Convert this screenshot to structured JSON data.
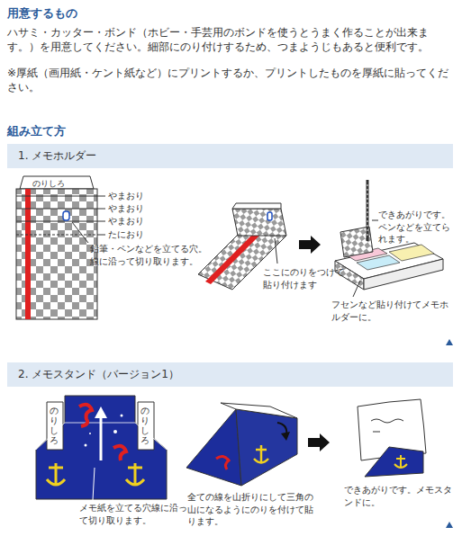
{
  "diagram": {
    "nodes": [
      {
        "text": [
          "1. メモホルダー"
        ]
      },
      {
        "text": [
          "2. メモスタンド（バージョン1）"
        ]
      }
    ],
    "labels": [
      "用意するもの",
      "ハサミ・カッター・ボンド（ホビー・手芸用のボンドを使うとうまく作ることが出来ます。）を用意してください。細部にのり付けするため、つまようじもあると便利です。",
      "※厚紙（画用紙・ケント紙など）にプリントするか、プリントしたものを厚紙に貼ってください。",
      "組み立て方",
      "のりしろ",
      "やまおり",
      "やまおり",
      "やまおり",
      "たにおり",
      "鉛筆・ペンなどを立てる穴。線に沿って切り取ります。",
      "ここにのりをつけて貼り付けます",
      "できあがりです。ペンなどを立てられます。",
      "フセンなど貼り付けてメモホルダーに。",
      "のりしろ",
      "のりしろ",
      "メモ紙を立てる穴線に沿って切り取ります。",
      "全ての線を山折りにして三角の山になるようにのりを付けて貼ります。",
      "できあがりです。メモスタンドに。"
    ]
  }
}
